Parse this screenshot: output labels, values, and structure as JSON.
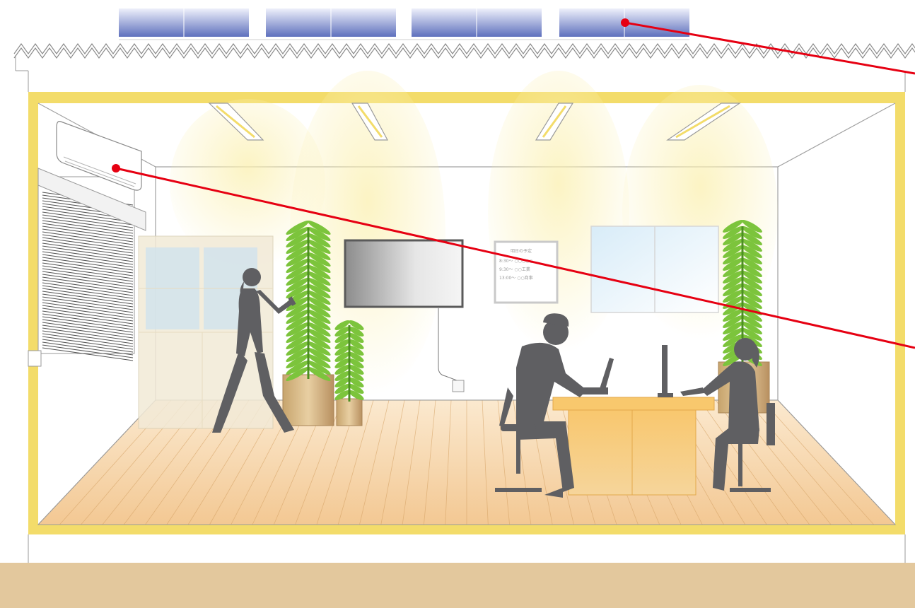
{
  "title": "",
  "colors": {
    "wall_insulation": "#f3dc6a",
    "ground": "#e3c89d",
    "floor": "#f6d7ad",
    "silhouette": "#5f5f62",
    "callout_line": "#e60012",
    "solar_panel": "#6677c0",
    "light_glow": "#fbf2b6",
    "plant": "#7cc43c",
    "desk": "#f4b65c"
  },
  "whiteboard": {
    "heading": "明日の予定",
    "line1": "8:30〜 ○○○○○",
    "line2": "9:30〜 ○○工業",
    "line3": "13:00〜 ○○商事"
  },
  "callouts": [
    {
      "target": "solar-panel"
    },
    {
      "target": "air-conditioner"
    }
  ],
  "icons": {
    "solar": "solar-panel-icon",
    "aircon": "air-conditioner-icon",
    "blind": "window-blind-icon"
  }
}
